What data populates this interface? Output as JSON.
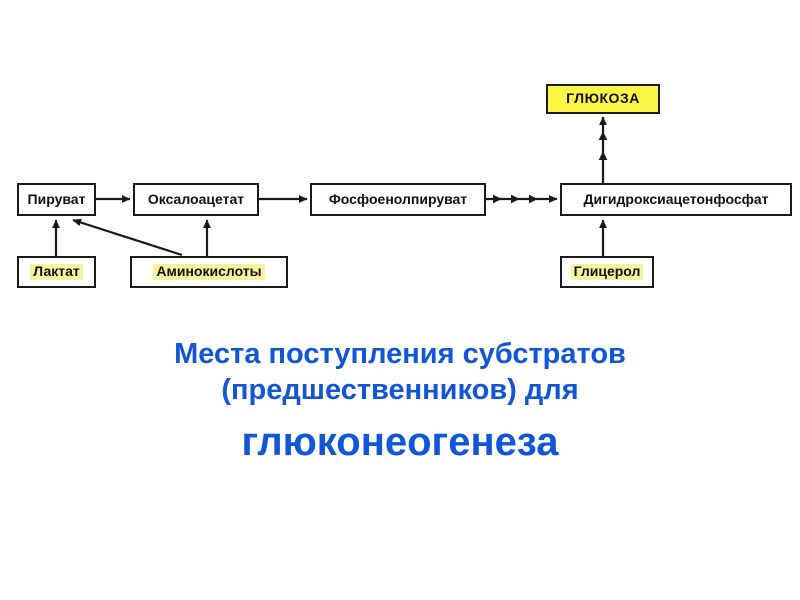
{
  "diagram": {
    "type": "flowchart",
    "title_visible": false,
    "colors": {
      "node_border": "#1a1a1a",
      "node_fill": "#ffffff",
      "highlight_band": "#f7f39a",
      "glucose_fill": "#fbf545",
      "caption_blue": "#1056d6",
      "edge": "#1a1a1a"
    },
    "nodes": [
      {
        "id": "pyruvate",
        "label": "Пируват",
        "style": "plain"
      },
      {
        "id": "oxaloacetate",
        "label": "Оксалоацетат",
        "style": "plain"
      },
      {
        "id": "pep",
        "label": "Фосфоенолпируват",
        "style": "plain"
      },
      {
        "id": "dhap",
        "label": "Дигидроксиацетонфосфат",
        "style": "plain"
      },
      {
        "id": "glucose",
        "label": "ГЛЮКОЗА",
        "style": "filled-yellow"
      },
      {
        "id": "lactate",
        "label": "Лактат",
        "style": "highlighted-text"
      },
      {
        "id": "aminoacids",
        "label": "Аминокислоты",
        "style": "highlighted-text"
      },
      {
        "id": "glycerol",
        "label": "Глицерол",
        "style": "highlighted-text"
      }
    ],
    "edges": [
      {
        "from": "pyruvate",
        "to": "oxaloacetate",
        "arrowheads": 1,
        "direction": "right"
      },
      {
        "from": "oxaloacetate",
        "to": "pep",
        "arrowheads": 1,
        "direction": "right"
      },
      {
        "from": "pep",
        "to": "dhap",
        "arrowheads": 4,
        "direction": "right"
      },
      {
        "from": "dhap",
        "to": "glucose",
        "arrowheads": 3,
        "direction": "up"
      },
      {
        "from": "lactate",
        "to": "pyruvate",
        "arrowheads": 1,
        "direction": "up"
      },
      {
        "from": "aminoacids",
        "to": "oxaloacetate",
        "arrowheads": 1,
        "direction": "up"
      },
      {
        "from": "aminoacids",
        "to": "pyruvate",
        "arrowheads": 1,
        "direction": "diagonal-up-left"
      },
      {
        "from": "glycerol",
        "to": "dhap",
        "arrowheads": 1,
        "direction": "up"
      }
    ]
  },
  "caption": {
    "line1": "Места поступления субстратов",
    "line2": "(предшественников) для",
    "line3": "глюконеогенеза"
  }
}
